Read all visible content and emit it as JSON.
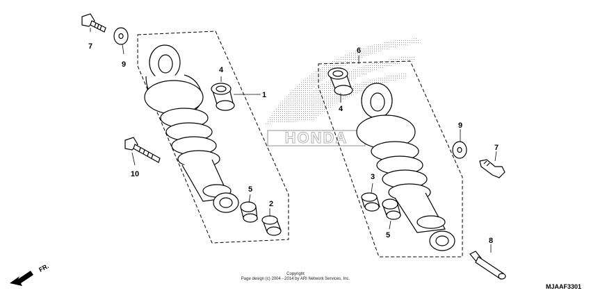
{
  "callouts": {
    "c1": "1",
    "c2": "2",
    "c3": "3",
    "c4a": "4",
    "c4b": "4",
    "c5a": "5",
    "c5b": "5",
    "c6": "6",
    "c7a": "7",
    "c7b": "7",
    "c8": "8",
    "c9a": "9",
    "c9b": "9",
    "c10": "10"
  },
  "footer": {
    "line1": "Copyright",
    "line2": "Page design (c) 2004 - 2014 by ARI Network Services, Inc.",
    "diagram_code": "MJAAF3301"
  },
  "direction": {
    "label": "FR."
  },
  "watermark": {
    "text": "HONDA"
  },
  "colors": {
    "ink": "#000000",
    "watermark": "#c8c8c8",
    "paper": "#ffffff"
  }
}
